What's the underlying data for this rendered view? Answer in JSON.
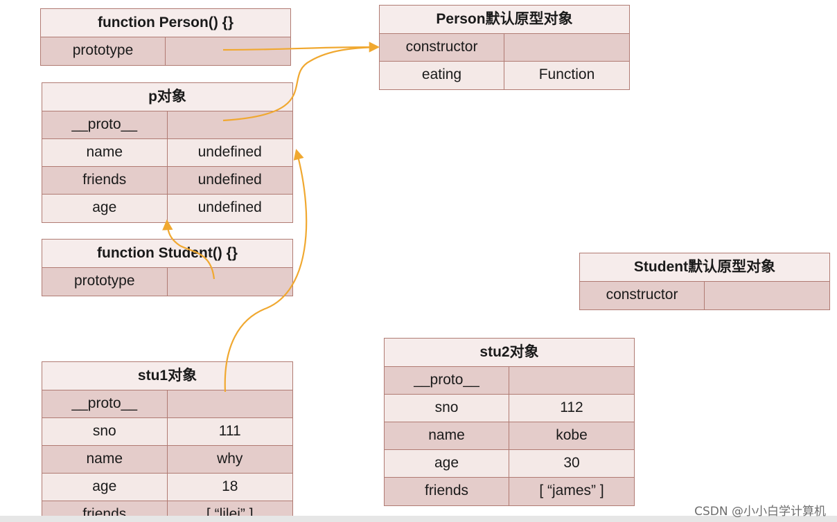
{
  "tables": {
    "person_fn": {
      "title": "function Person() {}",
      "rows": [
        {
          "key": "prototype",
          "value": ""
        }
      ]
    },
    "person_proto": {
      "title": "Person默认原型对象",
      "rows": [
        {
          "key": "constructor",
          "value": ""
        },
        {
          "key": "eating",
          "value": "Function"
        }
      ]
    },
    "p_obj": {
      "title": "p对象",
      "rows": [
        {
          "key": "__proto__",
          "value": ""
        },
        {
          "key": "name",
          "value": "undefined"
        },
        {
          "key": "friends",
          "value": "undefined"
        },
        {
          "key": "age",
          "value": "undefined"
        }
      ]
    },
    "student_fn": {
      "title": "function Student() {}",
      "rows": [
        {
          "key": "prototype",
          "value": ""
        }
      ]
    },
    "student_proto": {
      "title": "Student默认原型对象",
      "rows": [
        {
          "key": "constructor",
          "value": ""
        }
      ]
    },
    "stu1": {
      "title": "stu1对象",
      "rows": [
        {
          "key": "__proto__",
          "value": ""
        },
        {
          "key": "sno",
          "value": "111"
        },
        {
          "key": "name",
          "value": "why"
        },
        {
          "key": "age",
          "value": "18"
        },
        {
          "key": "friends",
          "value": "[ “lilei” ]"
        }
      ]
    },
    "stu2": {
      "title": "stu2对象",
      "rows": [
        {
          "key": "__proto__",
          "value": ""
        },
        {
          "key": "sno",
          "value": "112"
        },
        {
          "key": "name",
          "value": "kobe"
        },
        {
          "key": "age",
          "value": "30"
        },
        {
          "key": "friends",
          "value": "[ “james” ]"
        }
      ]
    }
  },
  "watermark": "CSDN @小小白学计算机",
  "colors": {
    "arrow": "#f0a830",
    "border": "#b07a72",
    "row_dark": "#e4ccca",
    "row_light": "#f4e9e7"
  }
}
